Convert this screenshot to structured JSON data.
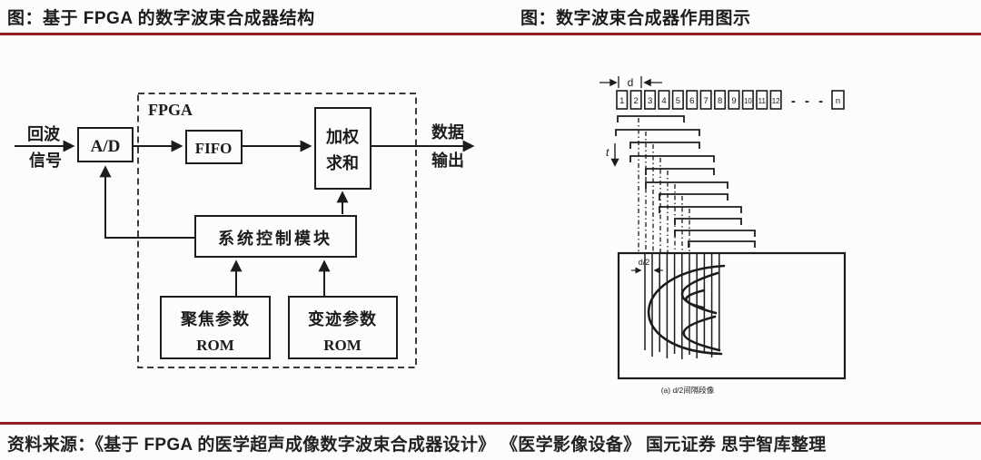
{
  "header": {
    "left_title": "图：基于 FPGA 的数字波束合成器结构",
    "right_title": "图：数字波束合成器作用图示"
  },
  "footer": {
    "source": "资料来源：《基于 FPGA 的医学超声成像数字波束合成器设计》 《医学影像设备》 国元证券  思宇智库整理"
  },
  "colors": {
    "accent_red": "#8e2222",
    "ink": "#1c1c1c"
  },
  "fpga_diagram": {
    "region_label": "FPGA",
    "input_line1": "回波",
    "input_line2": "信号",
    "adc_label": "A/D",
    "fifo_label": "FIFO",
    "sum_line1": "加权",
    "sum_line2": "求和",
    "output_line1": "数据",
    "output_line2": "输出",
    "control_label": "系统控制模块",
    "rom1_line1": "聚焦参数",
    "rom1_line2": "ROM",
    "rom2_line1": "变迹参数",
    "rom2_line2": "ROM"
  },
  "beam_diagram": {
    "pitch_label": "d",
    "time_label": "t",
    "elements": [
      "1",
      "2",
      "3",
      "4",
      "5",
      "6",
      "7",
      "8",
      "9",
      "10",
      "11",
      "12"
    ],
    "ellipsis": "- - -",
    "last_element": "n",
    "half_pitch_label": "d/2",
    "caption": "(a) d/2间隔段像"
  }
}
